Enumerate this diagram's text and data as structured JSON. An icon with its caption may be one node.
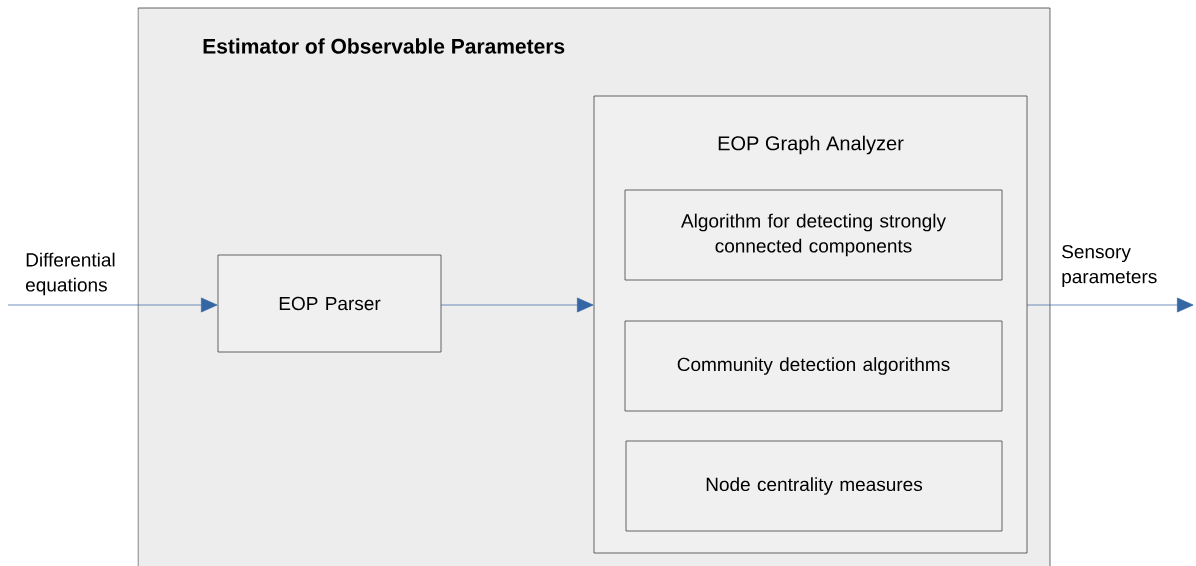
{
  "diagram": {
    "nodes": [
      {
        "text": [
          "Estimator of Observable Parameters"
        ]
      },
      {
        "text": [
          "EOP Parser"
        ],
        "in": 0
      },
      {
        "text": [
          "EOP Graph Analyzer"
        ],
        "in": 0
      },
      {
        "text": [
          "Algorithm for detecting strongly connected components"
        ],
        "in": 2
      },
      {
        "text": [
          "Community detection algorithms"
        ],
        "in": 2
      },
      {
        "text": [
          "Node centrality measures"
        ],
        "in": 2
      }
    ],
    "edges": [
      {
        "from": null,
        "to": 1,
        "arrow": "to",
        "label": "Differential equations"
      },
      {
        "from": 1,
        "to": 2,
        "arrow": "to"
      },
      {
        "from": 2,
        "to": null,
        "arrow": "to",
        "label": "Sensory parameters"
      }
    ]
  }
}
